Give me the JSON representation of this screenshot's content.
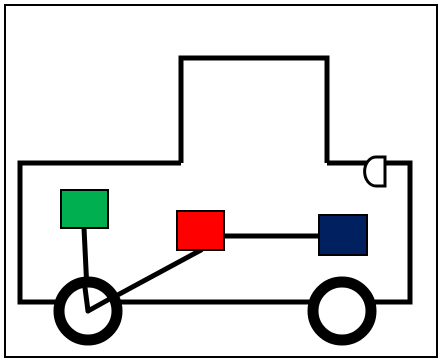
{
  "diagram": {
    "subject": "car-outline",
    "parts": {
      "green_box": {
        "color": "#00b050"
      },
      "red_box": {
        "color": "#ff0000"
      },
      "navy_box": {
        "color": "#002060"
      },
      "outline_color": "#000000",
      "background_color": "#ffffff",
      "wheels": [
        "front-left",
        "rear-right"
      ]
    }
  }
}
